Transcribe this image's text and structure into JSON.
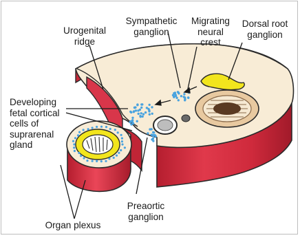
{
  "labels": {
    "sympathetic_ganglion": "Sympathetic\nganglion",
    "migrating_neural_crest": "Migrating\nneural\ncrest",
    "dorsal_root_ganglion": "Dorsal root\nganglion",
    "urogenital_ridge": "Urogenital\nridge",
    "developing_fetal_cortical_cells": "Developing\nfetal cortical\ncells of\nsuprarenal\ngland",
    "preaortic_ganglion": "Preaortic\nganglion",
    "organ_plexus": "Organ plexus"
  },
  "colors": {
    "tissue_fill": "#f8ecd6",
    "tissue_side_red": "#cf2a3c",
    "tissue_side_dark": "#9e1a29",
    "outline": "#2a2a2a",
    "neural_crest_cells": "#4aa3df",
    "ganglion_yellow": "#f2e51d",
    "tube_brown": "#8a6a4a",
    "background": "#ffffff"
  }
}
